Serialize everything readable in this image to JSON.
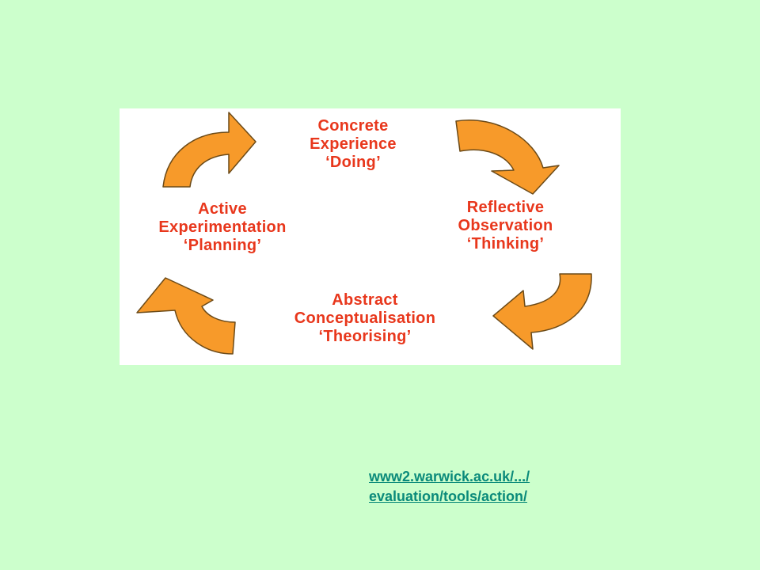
{
  "diagram": {
    "colors": {
      "background": "#ccffcc",
      "panel": "#ffffff",
      "arrow_fill": "#f79a2a",
      "arrow_stroke": "#6b4a18",
      "text": "#e8371c",
      "link": "#0a8a7a"
    },
    "stages": {
      "concrete": {
        "line1": "Concrete",
        "line2": "Experience",
        "line3": "‘Doing’"
      },
      "reflective": {
        "line1": "Reflective",
        "line2": "Observation",
        "line3": "‘Thinking’"
      },
      "abstract": {
        "line1": "Abstract",
        "line2": "Conceptualisation",
        "line3": "‘Theorising’"
      },
      "active": {
        "line1": "Active",
        "line2": "Experimentation",
        "line3": "‘Planning’"
      }
    },
    "arrows": [
      {
        "name": "top-left-arrow",
        "icon": "curved-arrow-icon"
      },
      {
        "name": "top-right-arrow",
        "icon": "curved-arrow-icon"
      },
      {
        "name": "bottom-right-arrow",
        "icon": "curved-arrow-icon"
      },
      {
        "name": "bottom-left-arrow",
        "icon": "curved-arrow-icon"
      }
    ]
  },
  "source": {
    "line1": "www2.warwick.ac.uk/.../",
    "line2": "evaluation/tools/action/"
  }
}
